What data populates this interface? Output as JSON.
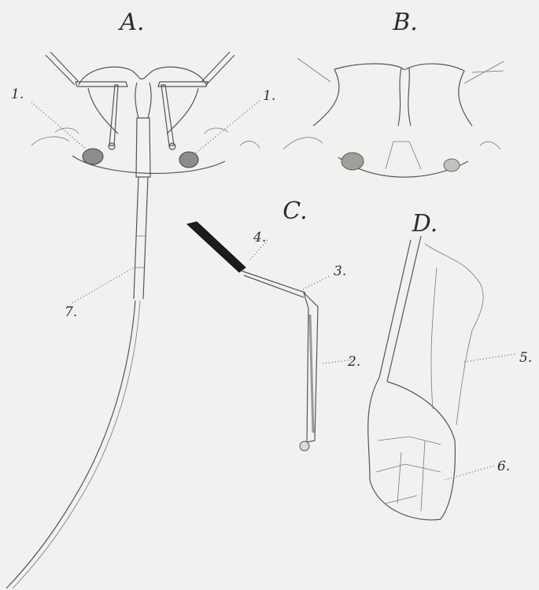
{
  "panels": {
    "A": "A.",
    "B": "B.",
    "C": "C.",
    "D": "D."
  },
  "labels": {
    "l1_left": "1.",
    "l1_right": "1.",
    "l2": "2.",
    "l3": "3.",
    "l4": "4.",
    "l5": "5.",
    "l6": "6.",
    "l7": "7."
  },
  "colors": {
    "background": "#f1f1ef",
    "ink": "#555555",
    "dark_ink": "#1c1c1c"
  }
}
